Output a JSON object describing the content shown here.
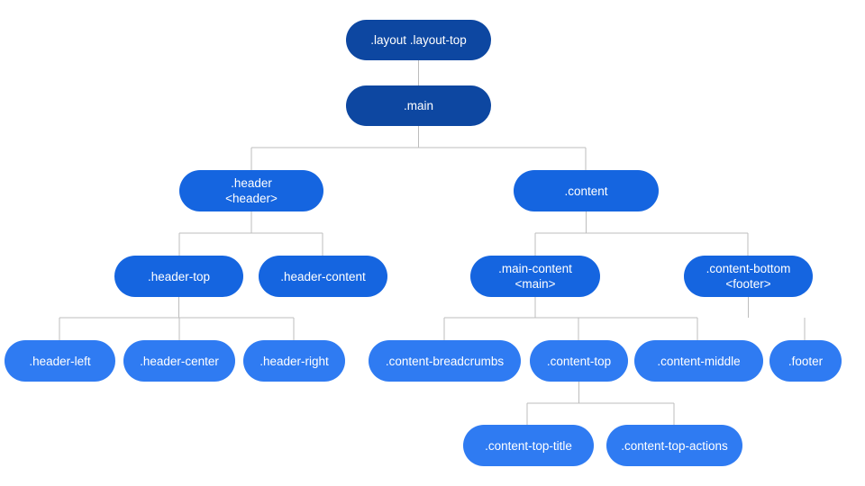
{
  "nodes": [
    {
      "id": "layout",
      "lines": [
        ".layout .layout-top"
      ],
      "level": 0
    },
    {
      "id": "main",
      "lines": [
        ".main"
      ],
      "level": 0
    },
    {
      "id": "header",
      "lines": [
        ".header",
        "<header>"
      ],
      "level": 1
    },
    {
      "id": "content",
      "lines": [
        ".content"
      ],
      "level": 1
    },
    {
      "id": "header-top",
      "lines": [
        ".header-top"
      ],
      "level": 1
    },
    {
      "id": "header-content",
      "lines": [
        ".header-content"
      ],
      "level": 1
    },
    {
      "id": "main-content",
      "lines": [
        ".main-content",
        "<main>"
      ],
      "level": 1
    },
    {
      "id": "content-bottom",
      "lines": [
        ".content-bottom",
        "<footer>"
      ],
      "level": 1
    },
    {
      "id": "header-left",
      "lines": [
        ".header-left"
      ],
      "level": 2
    },
    {
      "id": "header-center",
      "lines": [
        ".header-center"
      ],
      "level": 2
    },
    {
      "id": "header-right",
      "lines": [
        ".header-right"
      ],
      "level": 2
    },
    {
      "id": "content-breadcrumbs",
      "lines": [
        ".content-breadcrumbs"
      ],
      "level": 2
    },
    {
      "id": "content-top",
      "lines": [
        ".content-top"
      ],
      "level": 2
    },
    {
      "id": "content-middle",
      "lines": [
        ".content-middle"
      ],
      "level": 2
    },
    {
      "id": "footer",
      "lines": [
        ".footer"
      ],
      "level": 2
    },
    {
      "id": "content-top-title",
      "lines": [
        ".content-top-title"
      ],
      "level": 2
    },
    {
      "id": "content-top-actions",
      "lines": [
        ".content-top-actions"
      ],
      "level": 2
    }
  ],
  "edges": [
    {
      "from": "layout",
      "to": "main"
    },
    {
      "from": "main",
      "to": "header"
    },
    {
      "from": "main",
      "to": "content"
    },
    {
      "from": "header",
      "to": "header-top"
    },
    {
      "from": "header",
      "to": "header-content"
    },
    {
      "from": "content",
      "to": "main-content"
    },
    {
      "from": "content",
      "to": "content-bottom"
    },
    {
      "from": "header-top",
      "to": "header-left"
    },
    {
      "from": "header-top",
      "to": "header-center"
    },
    {
      "from": "header-top",
      "to": "header-right"
    },
    {
      "from": "main-content",
      "to": "content-breadcrumbs"
    },
    {
      "from": "main-content",
      "to": "content-top"
    },
    {
      "from": "main-content",
      "to": "content-middle"
    },
    {
      "from": "content-bottom",
      "to": "footer"
    },
    {
      "from": "content-top",
      "to": "content-top-title"
    },
    {
      "from": "content-top",
      "to": "content-top-actions"
    }
  ],
  "colors": {
    "level0": "#0d47a1",
    "level1": "#1565e0",
    "level2": "#2f7bf2",
    "connector": "#bdbdbd"
  }
}
